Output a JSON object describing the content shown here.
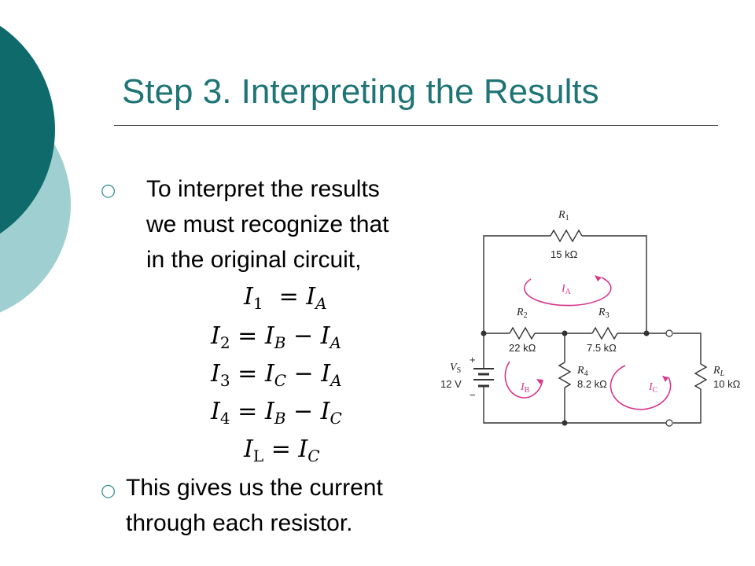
{
  "slide": {
    "title": "Step 3. Interpreting the Results",
    "bullets": [
      {
        "text_lines": [
          "To interpret the results",
          "we must recognize that",
          "in the original circuit,"
        ]
      },
      {
        "text_lines": [
          "This gives us the current",
          "through each resistor."
        ]
      }
    ],
    "equations": [
      {
        "lhs": "I",
        "lhs_sub": "1",
        "rhs": "I",
        "rhs_sub": "A",
        "minus": "",
        "rhs2": "",
        "rhs2_sub": ""
      },
      {
        "lhs": "I",
        "lhs_sub": "2",
        "rhs": "I",
        "rhs_sub": "B",
        "minus": "−",
        "rhs2": "I",
        "rhs2_sub": "A"
      },
      {
        "lhs": "I",
        "lhs_sub": "3",
        "rhs": "I",
        "rhs_sub": "C",
        "minus": "−",
        "rhs2": "I",
        "rhs2_sub": "A"
      },
      {
        "lhs": "I",
        "lhs_sub": "4",
        "rhs": "I",
        "rhs_sub": "B",
        "minus": "−",
        "rhs2": "I",
        "rhs2_sub": "C"
      },
      {
        "lhs": "I",
        "lhs_sub": "L",
        "rhs": "I",
        "rhs_sub": "C",
        "minus": "",
        "rhs2": "",
        "rhs2_sub": ""
      }
    ],
    "equals": "="
  },
  "circuit": {
    "r1_name": "R",
    "r1_sub": "1",
    "r1_value": "15 kΩ",
    "r2_name": "R",
    "r2_sub": "2",
    "r2_value": "22 kΩ",
    "r3_name": "R",
    "r3_sub": "3",
    "r3_value": "7.5 kΩ",
    "r4_name": "R",
    "r4_sub": "4",
    "r4_value": "8.2 kΩ",
    "rl_name": "R",
    "rl_sub": "L",
    "rl_value": "10 kΩ",
    "vs_name": "V",
    "vs_sub": "S",
    "vs_value": "12 V",
    "plus": "+",
    "minus": "−",
    "ia": "I",
    "ia_sub": "A",
    "ib": "I",
    "ib_sub": "B",
    "ic": "I",
    "ic_sub": "C"
  },
  "colors": {
    "title": "#1f7476",
    "deco_dark": "#0f6b6b",
    "deco_light": "#9fcfd0",
    "loop_current": "#d6368b"
  }
}
